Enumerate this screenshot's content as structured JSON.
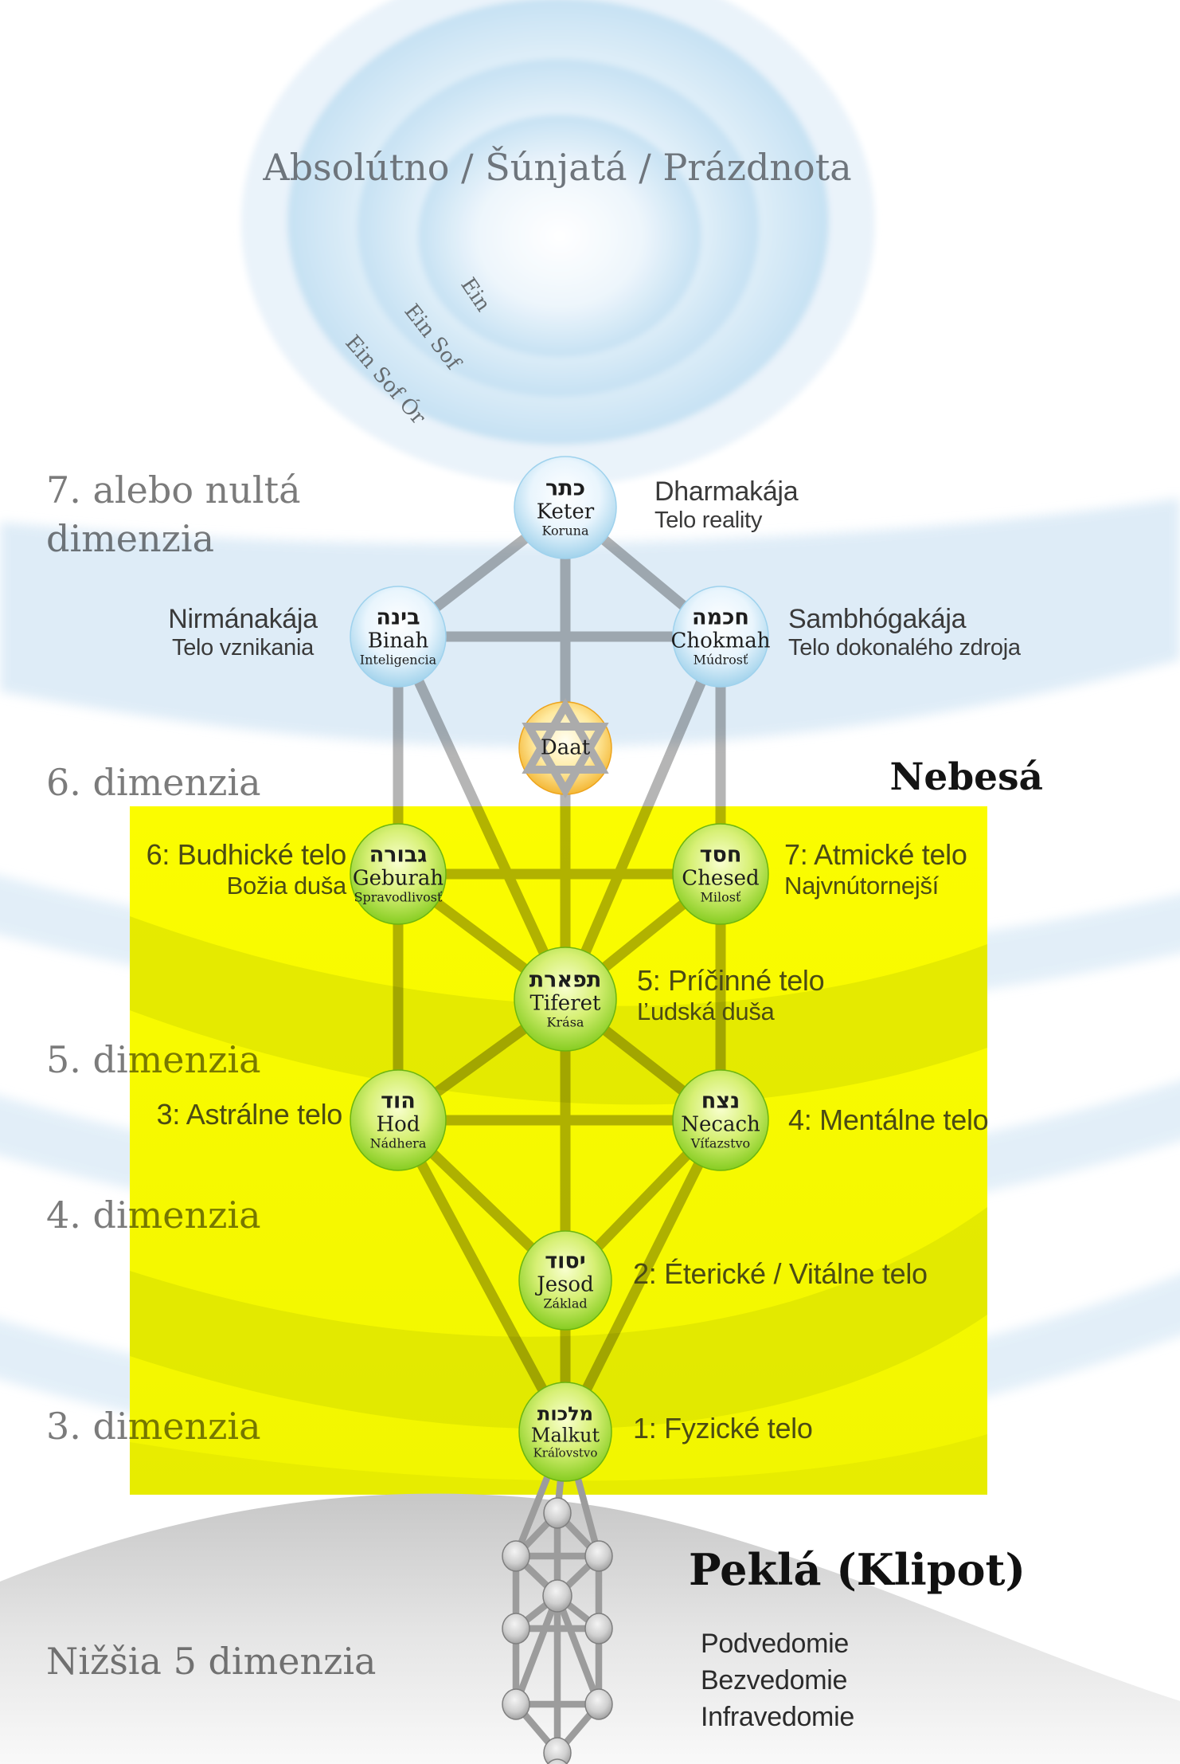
{
  "title": "Absolútno / Šúnjatá / Prázdnota",
  "veils": {
    "ein": "Ein",
    "ein_sof": "Ein Sof",
    "ein_sof_or": "Ein Sof Ór"
  },
  "dimensions": {
    "d7_line1": "7. alebo nultá",
    "d7_line2": "dimenzia",
    "d6": "6. dimenzia",
    "d5": "5. dimenzia",
    "d4": "4. dimenzia",
    "d3": "3. dimenzia",
    "lower": "Nižšia 5 dimenzia"
  },
  "heavens_label": "Nebesá",
  "hells": {
    "title": "Peklá (Klipot)",
    "line1": "Podvedomie",
    "line2": "Bezvedomie",
    "line3": "Infravedomie"
  },
  "sephirot": {
    "keter": {
      "hebrew": "כתר",
      "name": "Keter",
      "translation": "Koruna"
    },
    "binah": {
      "hebrew": "בינה",
      "name": "Binah",
      "translation": "Inteligencia"
    },
    "chokmah": {
      "hebrew": "חכמה",
      "name": "Chokmah",
      "translation": "Múdrosť"
    },
    "daat": {
      "name": "Daat"
    },
    "geburah": {
      "hebrew": "גבורה",
      "name": "Geburah",
      "translation": "Spravodlivosť"
    },
    "chesed": {
      "hebrew": "חסד",
      "name": "Chesed",
      "translation": "Milosť"
    },
    "tiferet": {
      "hebrew": "תפארת",
      "name": "Tiferet",
      "translation": "Krása"
    },
    "hod": {
      "hebrew": "הוד",
      "name": "Hod",
      "translation": "Nádhera"
    },
    "necach": {
      "hebrew": "נצח",
      "name": "Necach",
      "translation": "Víťazstvo"
    },
    "jesod": {
      "hebrew": "יסוד",
      "name": "Jesod",
      "translation": "Základ"
    },
    "malkut": {
      "hebrew": "מלכות",
      "name": "Malkut",
      "translation": "Kráľovstvo"
    }
  },
  "buddhist_bodies": {
    "dharmakaja": {
      "name": "Dharmakája",
      "sub": "Telo reality"
    },
    "nirmanakaja": {
      "name": "Nirmánakája",
      "sub": "Telo vznikania"
    },
    "sambhogakaja": {
      "name": "Sambhógakája",
      "sub": "Telo dokonalého zdroja"
    }
  },
  "subtle_bodies": {
    "b7": {
      "name": "7: Atmické telo",
      "sub": "Najvnútornejší"
    },
    "b6": {
      "name": "6: Budhické telo",
      "sub": "Božia duša"
    },
    "b5": {
      "name": "5: Príčinné telo",
      "sub": "Ľudská duša"
    },
    "b4": {
      "name": "4: Mentálne telo"
    },
    "b3": {
      "name": "3: Astrálne telo"
    },
    "b2": {
      "name": "2: Éterické / Vitálne telo"
    },
    "b1": {
      "name": "1: Fyzické telo"
    }
  },
  "colors": {
    "yellow_box": "#f9fa00",
    "sphere_blue_edge": "#92cbe8",
    "sphere_green_edge": "#72c40c",
    "sphere_gold_edge": "#f0a714",
    "sphere_gray_edge": "#969696",
    "path_gray": "#b5b5b5",
    "band_blue": "#d9e9f6"
  }
}
